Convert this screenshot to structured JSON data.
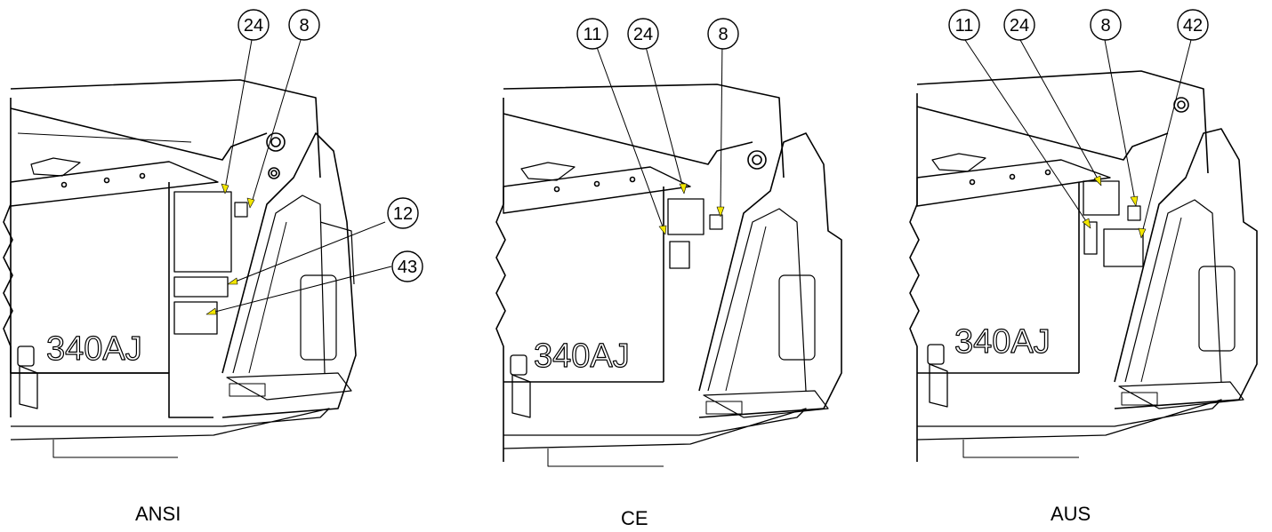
{
  "panels": [
    {
      "caption": "ANSI",
      "model_text": "340AJ",
      "callouts": [
        "24",
        "8",
        "12",
        "43"
      ]
    },
    {
      "caption": "CE",
      "model_text": "340AJ",
      "callouts": [
        "11",
        "24",
        "8"
      ]
    },
    {
      "caption": "AUS",
      "model_text": "340AJ",
      "callouts": [
        "11",
        "24",
        "8",
        "42"
      ]
    }
  ],
  "colors": {
    "line": "#000000",
    "arrow": "#f2e600",
    "background": "#ffffff"
  }
}
